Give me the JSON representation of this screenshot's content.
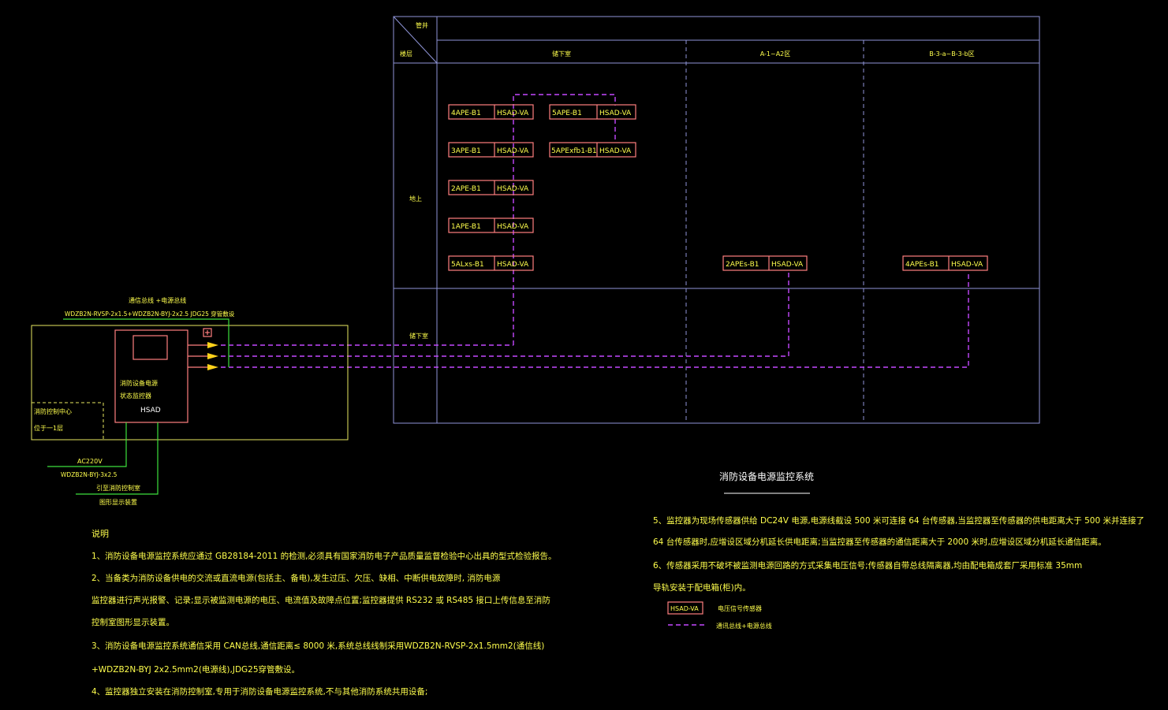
{
  "header": {
    "corner_top": "管井",
    "corner_bottom": "楼层",
    "zones": [
      "储下室",
      "A-1~A2区",
      "B-3-a~B-3-b区"
    ]
  },
  "rows": {
    "row1": "地上",
    "row2": "储下室"
  },
  "monitors": [
    {
      "code": "4APE-B1",
      "type": "HSAD-VA"
    },
    {
      "code": "5APE-B1",
      "type": "HSAD-VA"
    },
    {
      "code": "3APE-B1",
      "type": "HSAD-VA"
    },
    {
      "code": "5APExfb1-B1",
      "type": "HSAD-VA"
    },
    {
      "code": "2APE-B1",
      "type": "HSAD-VA"
    },
    {
      "code": "1APE-B1",
      "type": "HSAD-VA"
    },
    {
      "code": "5ALxs-B1",
      "type": "HSAD-VA"
    },
    {
      "code": "2APEs-B1",
      "type": "HSAD-VA"
    },
    {
      "code": "4APEs-B1",
      "type": "HSAD-VA"
    }
  ],
  "host": {
    "line1": "消防设备电源",
    "line2": "状态监控器",
    "model": "HSAD",
    "room_line1": "消防控制中心",
    "room_line2": "位于一1层"
  },
  "cables": {
    "bus_label": "通信总线   +电源总线",
    "bus_spec": "WDZB2N-RVSP-2x1.5+WDZB2N-BYJ-2x2.5  JDG25 穿管敷设",
    "power_label": "AC220V",
    "power_spec": "WDZB2N-BYJ-3x2.5",
    "fire_label": "引至消防控制室",
    "fire_label2": "图形显示装置"
  },
  "title": "消防设备电源监控系统",
  "notes": {
    "heading": "说明",
    "n1": "1、消防设备电源监控系统应通过          GB28184-2011  的检测,必须具有国家消防电子产品质量监督检验中心出具的型式检验报告。",
    "n2a": "2、当备类为消防设备供电的交流或直流电源(包括主、备电),发生过压、欠压、缺相、中断供电故障时,                              消防电源",
    "n2b": "监控器进行声光报警、记录;显示被监测电源的电压、电流值及故障点位置;监控器提供                         RS232 或 RS485 接口上传信息至消防",
    "n2c": "控制室图形显示装置。",
    "n3a": "3、消防设备电源监控系统通信采用          CAN总线,通信距离≤       8000 米,系统总线线制采用WDZB2N-RVSP-2x1.5mm2(通信线)",
    "n3b": " +WDZB2N-BYJ 2x2.5mm2(电源线),JDG25穿管敷设。",
    "n4": "4、监控器独立安装在消防控制室,专用于消防设备电源监控系统,不与其他消防系统共用设备;",
    "n5a": "5、监控器为现场传感器供给          DC24V 电源,电源线截设         500  米可连接   64 台传感器,当监控器至传感器的供电距离大于                    500 米并连接了",
    "n5b": "  64 台传感器时,应增设区域分机延长供电距离;当监控器至传感器的通信距离大于                              2000 米时,应增设区域分机延长通信距离。",
    "n6a": "6、传感器采用不破坏被监测电源回路的方式采集电压信号;传感器自带总线隔离器,均由配电箱成套厂采用标准                                      35mm",
    "n6b": "导轨安装于配电箱(柜)内。"
  },
  "legend": {
    "item1_symbol": "HSAD-VA",
    "item1_text": "电压信号传感器",
    "item2_text": "通讯总线+电源总线"
  }
}
